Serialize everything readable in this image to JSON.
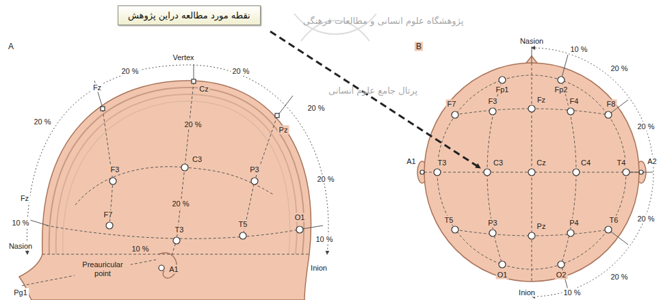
{
  "diagram": {
    "nodes": [
      {
        "text": [
          "نقطه مورد مطالعه دراین پژوهش"
        ]
      }
    ],
    "labels": [
      "A",
      "Vertex",
      "20 %",
      "20 %",
      "Cz",
      "Fz",
      "20 %",
      "20 %",
      "F3",
      "C3",
      "20 %",
      "P3",
      "Pz",
      "20 %",
      "Fz",
      "10 %",
      "Nasion",
      "F7",
      "T3",
      "T5",
      "O1",
      "20 %",
      "10 %",
      "Preauricular point",
      "A1",
      "10 %",
      "Inion",
      "Pg1",
      "پژوهشگاه علوم انسانی و مطالعات فرهنگی",
      "پرتال جامع علوم انسانی",
      "B",
      "Nasion",
      "10 %",
      "Fp1",
      "Fp2",
      "F7",
      "F3",
      "Fz",
      "F4",
      "F8",
      "20 %",
      "20 %",
      "A1",
      "T3",
      "C3",
      "Cz",
      "C4",
      "T4",
      "A2",
      "20 %",
      "T5",
      "P3",
      "Pz",
      "P4",
      "T6",
      "O1",
      "O2",
      "20 %",
      "10 %",
      "Inion"
    ]
  }
}
